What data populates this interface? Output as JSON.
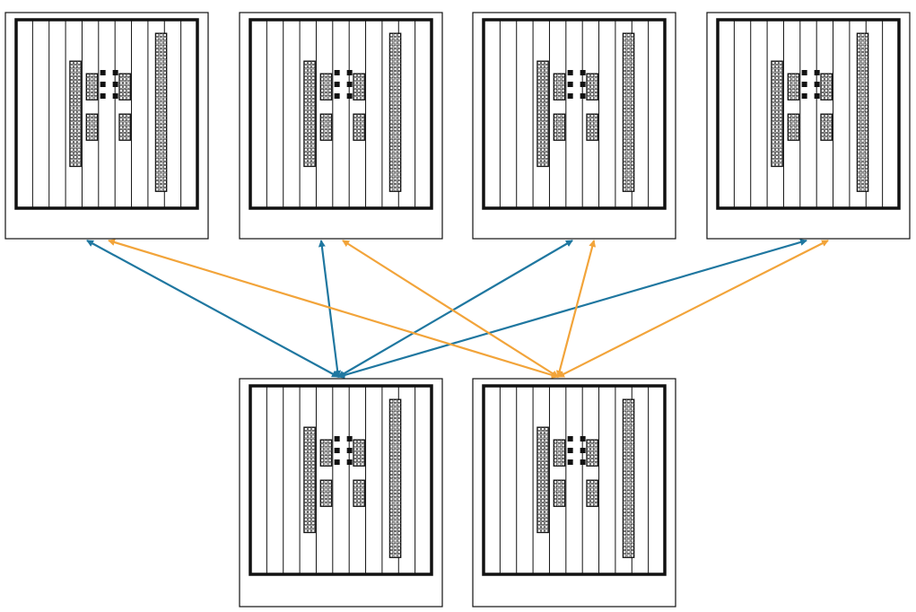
{
  "colors": {
    "background": "#ffffff",
    "frame": "#111111",
    "blue": "#1f77a0",
    "orange": "#f2a43a"
  },
  "devices": [
    {
      "id": "top-1",
      "tier": "upper",
      "position": 1
    },
    {
      "id": "top-2",
      "tier": "upper",
      "position": 2
    },
    {
      "id": "top-3",
      "tier": "upper",
      "position": 3
    },
    {
      "id": "top-4",
      "tier": "upper",
      "position": 4
    },
    {
      "id": "bottom-1",
      "tier": "lower",
      "position": 1
    },
    {
      "id": "bottom-2",
      "tier": "lower",
      "position": 2
    }
  ],
  "links": [
    {
      "from": "top-1",
      "to": "bottom-1",
      "color": "blue"
    },
    {
      "from": "top-2",
      "to": "bottom-1",
      "color": "blue"
    },
    {
      "from": "top-3",
      "to": "bottom-1",
      "color": "blue"
    },
    {
      "from": "top-4",
      "to": "bottom-1",
      "color": "blue"
    },
    {
      "from": "top-1",
      "to": "bottom-2",
      "color": "orange"
    },
    {
      "from": "top-2",
      "to": "bottom-2",
      "color": "orange"
    },
    {
      "from": "top-3",
      "to": "bottom-2",
      "color": "orange"
    },
    {
      "from": "top-4",
      "to": "bottom-2",
      "color": "orange"
    }
  ]
}
